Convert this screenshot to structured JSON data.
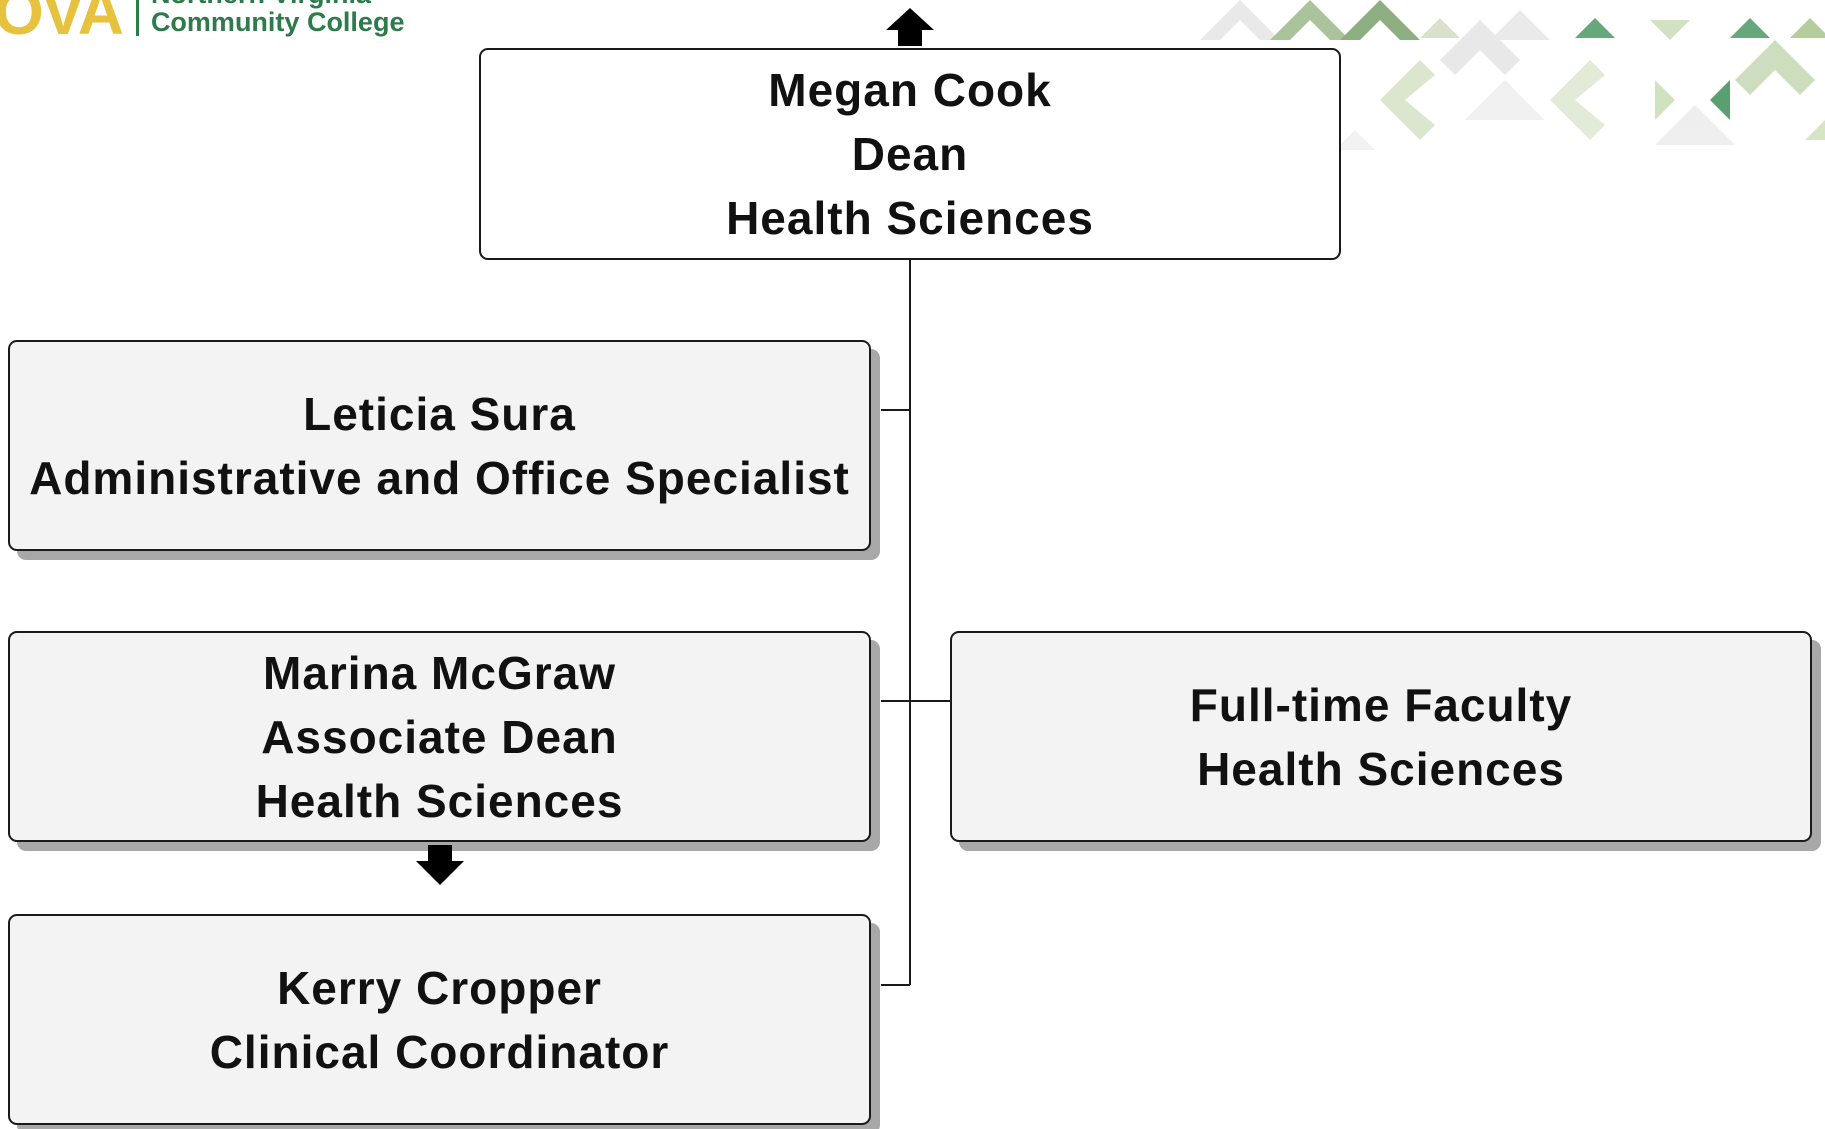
{
  "logo": {
    "mark": "OVA",
    "line1": "Northern Virginia",
    "line2": "Community College"
  },
  "top_box": {
    "name": "Megan Cook",
    "title": "Dean",
    "department": "Health Sciences"
  },
  "boxes": [
    {
      "name": "Leticia Sura",
      "title": "Administrative and Office Specialist"
    },
    {
      "name": "Marina McGraw",
      "title": "Associate Dean",
      "department": "Health Sciences"
    },
    {
      "name": "Kerry Cropper",
      "title": "Clinical Coordinator"
    },
    {
      "name": "Full-time Faculty",
      "department": "Health Sciences"
    }
  ],
  "colors": {
    "logo_yellow": "#e7c23e",
    "logo_green": "#2d7a4b",
    "box_fill": "#f3f3f3",
    "shadow": "#a8a8a8"
  },
  "icons": [
    "up-arrow-icon",
    "down-arrow-icon"
  ]
}
